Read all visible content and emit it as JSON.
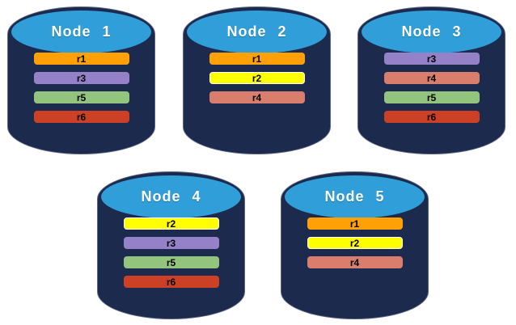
{
  "diagram": {
    "background": "#FFFFFF",
    "cylinder": {
      "body_color": "#1C2A4E",
      "top_color": "#309FD9",
      "label_color": "#FFFFFF"
    },
    "bar_text_color": "#000000",
    "replica_colors": {
      "r1": {
        "fill": "#FFA106",
        "border": ""
      },
      "r2": {
        "fill": "#FFFF00",
        "border": "#FFFFFF"
      },
      "r3": {
        "fill": "#9581C8",
        "border": ""
      },
      "r4": {
        "fill": "#D97D6C",
        "border": ""
      },
      "r5": {
        "fill": "#93C47D",
        "border": ""
      },
      "r6": {
        "fill": "#CC4125",
        "border": ""
      }
    },
    "nodes": [
      {
        "label": "Node 1",
        "replicas": [
          "r1",
          "r3",
          "r5",
          "r6"
        ]
      },
      {
        "label": "Node 2",
        "replicas": [
          "r1",
          "r2",
          "r4"
        ]
      },
      {
        "label": "Node 3",
        "replicas": [
          "r3",
          "r4",
          "r5",
          "r6"
        ]
      },
      {
        "label": "Node 4",
        "replicas": [
          "r2",
          "r3",
          "r5",
          "r6"
        ]
      },
      {
        "label": "Node 5",
        "replicas": [
          "r1",
          "r2",
          "r4"
        ]
      }
    ]
  }
}
